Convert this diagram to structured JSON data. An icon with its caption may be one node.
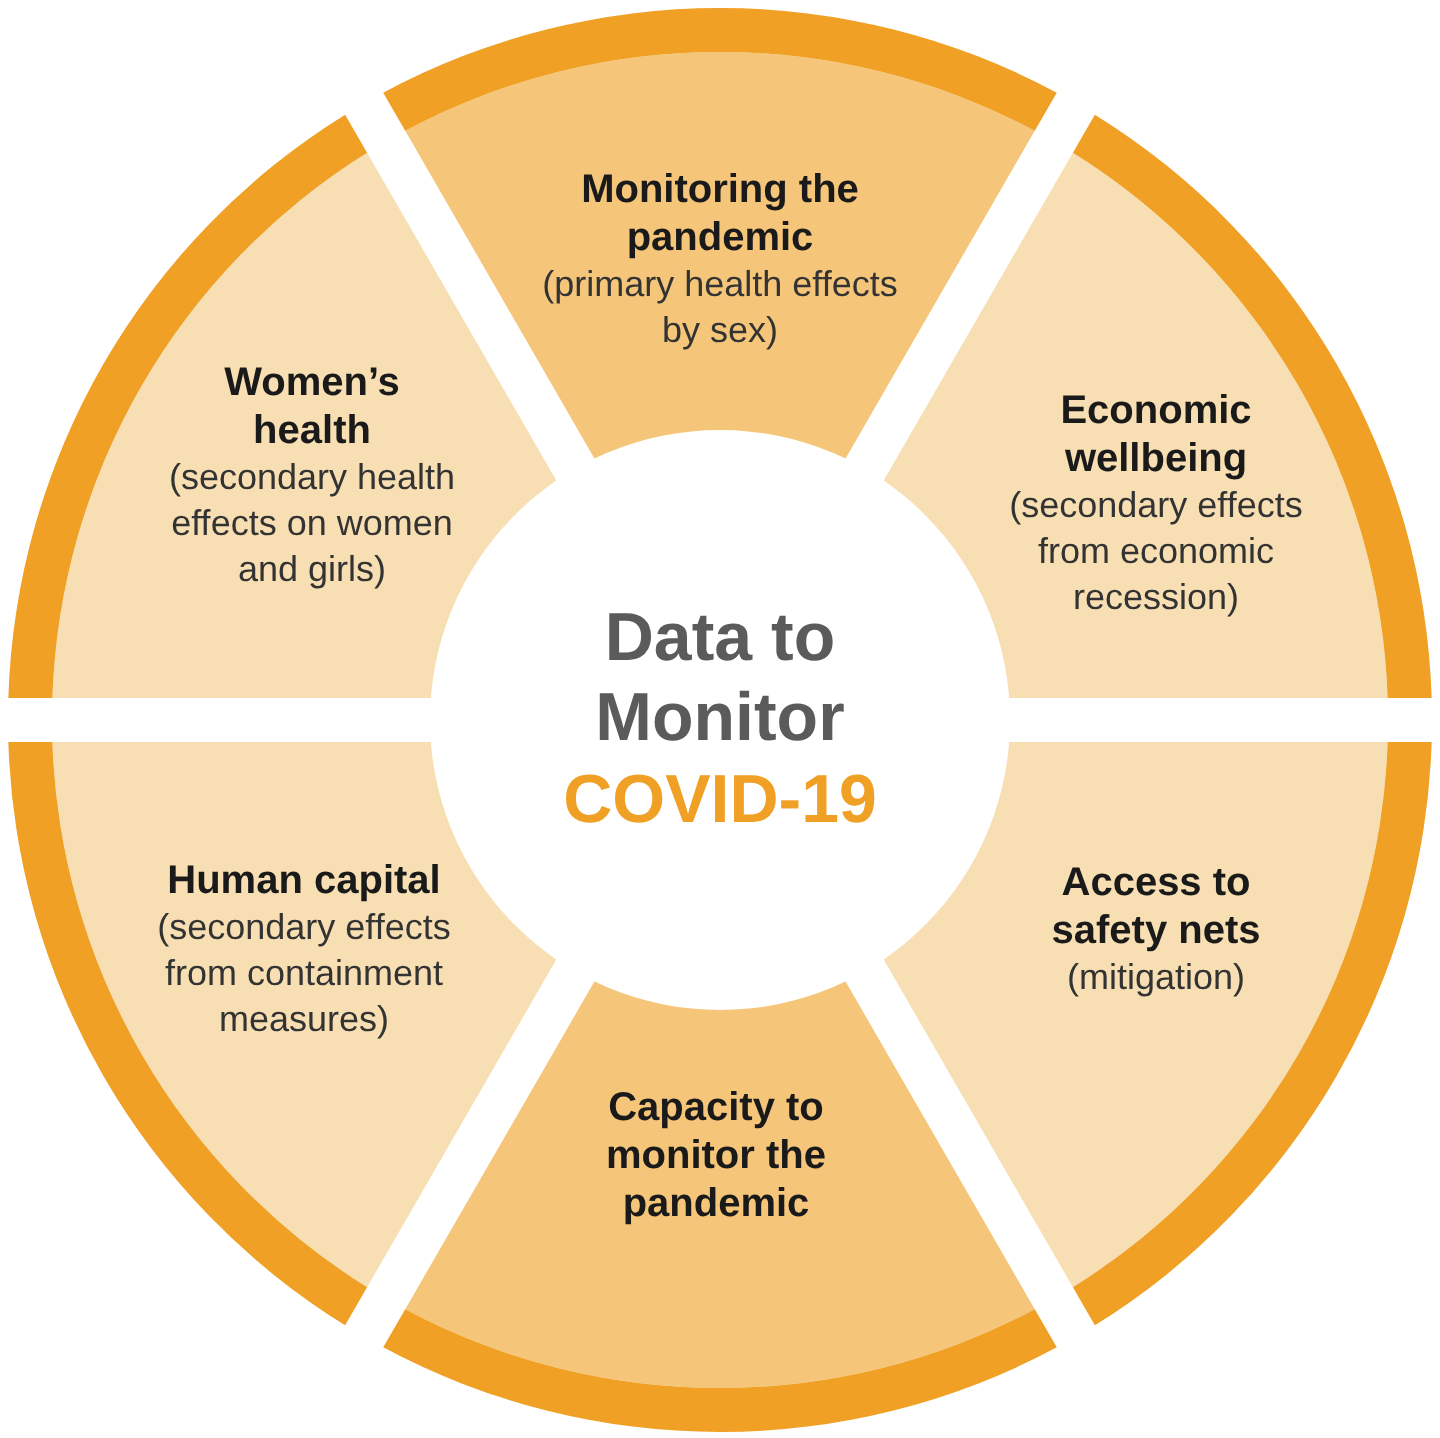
{
  "diagram": {
    "nodes": [
      {
        "text": [
          "Monitoring the pandemic",
          "(primary health effects by sex)"
        ]
      },
      {
        "text": [
          "Women’s health",
          "(secondary health effects on women and girls)"
        ]
      },
      {
        "text": [
          "Economic wellbeing",
          "(secondary effects from economic recession)"
        ]
      },
      {
        "text": [
          "Data to Monitor",
          "COVID-19"
        ]
      },
      {
        "text": [
          "Human capital",
          "(secondary effects from containment measures)"
        ]
      },
      {
        "text": [
          "Access to safety nets",
          "(mitigation)"
        ]
      },
      {
        "text": [
          "Capacity to monitor the pandemic"
        ]
      }
    ]
  }
}
